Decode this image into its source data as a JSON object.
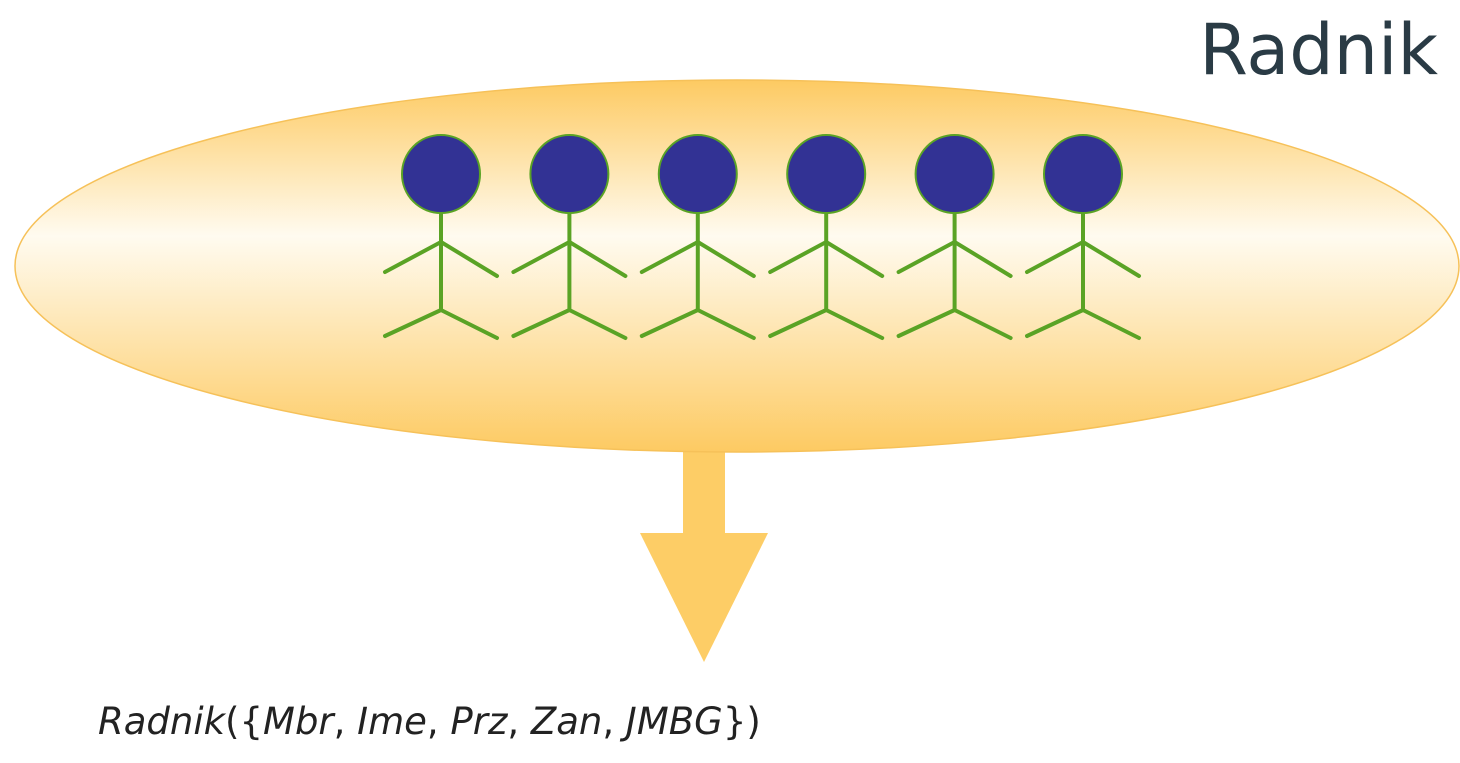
{
  "entity": {
    "title": "Radnik",
    "instance_count": 6
  },
  "relation": {
    "name": "Radnik",
    "open": "({",
    "attributes": [
      "Mbr",
      "Ime",
      "Prz",
      "Zan",
      "JMBG"
    ],
    "separator": ", ",
    "close": "})"
  },
  "colors": {
    "ellipse_light": "#fffbf0",
    "ellipse_dark": "#fdca62",
    "arrow": "#fdcd66",
    "head_fill": "#323294",
    "figure_stroke": "#5aa325",
    "title_text": "#2a3b45"
  }
}
